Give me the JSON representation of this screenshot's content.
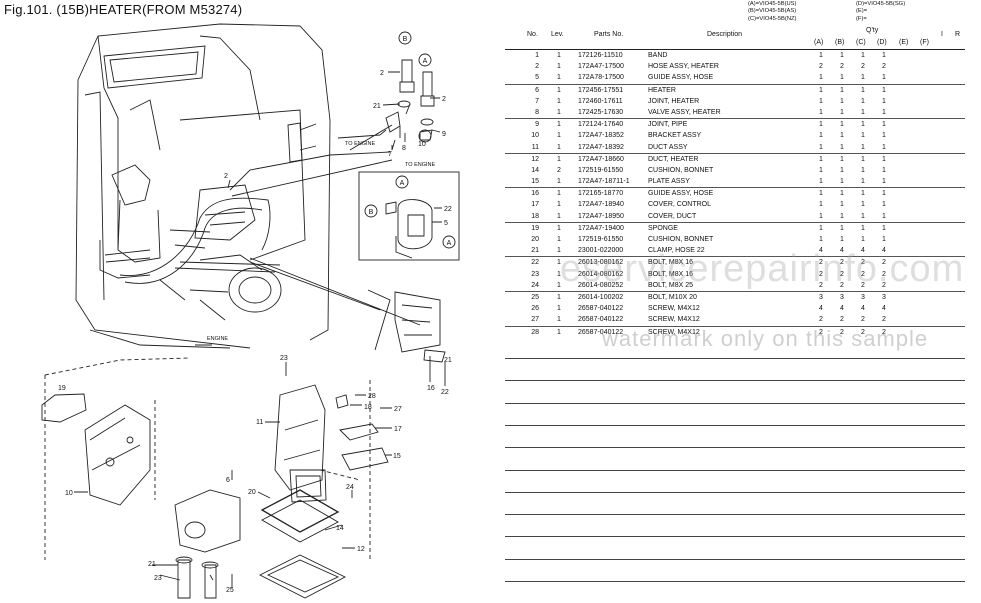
{
  "figure_title": "Fig.101.  (15B)HEATER(FROM M53274)",
  "models": {
    "left": [
      "(A)=VIO45-5B(US)",
      "(B)=VIO45-5B(AS)",
      "(C)=VIO45-5B(NZ)"
    ],
    "right": [
      "(D)=VIO45-5B(SG)",
      "(E)=",
      "(F)="
    ]
  },
  "table": {
    "headers": {
      "no": "No.",
      "lev": "Lev.",
      "part_no": "Parts No.",
      "description": "Description",
      "qty": "Q'ty",
      "i": "I",
      "r": "R",
      "cols": [
        "(A)",
        "(B)",
        "(C)",
        "(D)",
        "(E)",
        "(F)"
      ]
    },
    "rows": [
      {
        "no": "1",
        "lev": "1",
        "pn": "172126-11510",
        "desc": "BAND",
        "a": "1",
        "b": "1",
        "c": "1",
        "d": "1"
      },
      {
        "no": "2",
        "lev": "1",
        "pn": "172A47-17500",
        "desc": "HOSE ASSY, HEATER",
        "a": "2",
        "b": "2",
        "c": "2",
        "d": "2"
      },
      {
        "no": "5",
        "lev": "1",
        "pn": "172A78-17500",
        "desc": "GUIDE ASSY, HOSE",
        "a": "1",
        "b": "1",
        "c": "1",
        "d": "1"
      },
      {
        "no": "6",
        "lev": "1",
        "pn": "172456-17551",
        "desc": "HEATER",
        "a": "1",
        "b": "1",
        "c": "1",
        "d": "1"
      },
      {
        "no": "7",
        "lev": "1",
        "pn": "172460-17611",
        "desc": "JOINT, HEATER",
        "a": "1",
        "b": "1",
        "c": "1",
        "d": "1"
      },
      {
        "no": "8",
        "lev": "1",
        "pn": "172425-17630",
        "desc": "VALVE ASSY, HEATER",
        "a": "1",
        "b": "1",
        "c": "1",
        "d": "1"
      },
      {
        "no": "9",
        "lev": "1",
        "pn": "172124-17640",
        "desc": "JOINT, PIPE",
        "a": "1",
        "b": "1",
        "c": "1",
        "d": "1"
      },
      {
        "no": "10",
        "lev": "1",
        "pn": "172A47-18352",
        "desc": "BRACKET ASSY",
        "a": "1",
        "b": "1",
        "c": "1",
        "d": "1"
      },
      {
        "no": "11",
        "lev": "1",
        "pn": "172A47-18392",
        "desc": "DUCT ASSY",
        "a": "1",
        "b": "1",
        "c": "1",
        "d": "1"
      },
      {
        "no": "12",
        "lev": "1",
        "pn": "172A47-18660",
        "desc": "DUCT, HEATER",
        "a": "1",
        "b": "1",
        "c": "1",
        "d": "1"
      },
      {
        "no": "14",
        "lev": "2",
        "pn": "172519-61550",
        "desc": "CUSHION, BONNET",
        "a": "1",
        "b": "1",
        "c": "1",
        "d": "1"
      },
      {
        "no": "15",
        "lev": "1",
        "pn": "172A47-18711-1",
        "desc": "PLATE ASSY",
        "a": "1",
        "b": "1",
        "c": "1",
        "d": "1"
      },
      {
        "no": "16",
        "lev": "1",
        "pn": "172165-18770",
        "desc": "GUIDE ASSY, HOSE",
        "a": "1",
        "b": "1",
        "c": "1",
        "d": "1"
      },
      {
        "no": "17",
        "lev": "1",
        "pn": "172A47-18940",
        "desc": "COVER, CONTROL",
        "a": "1",
        "b": "1",
        "c": "1",
        "d": "1"
      },
      {
        "no": "18",
        "lev": "1",
        "pn": "172A47-18950",
        "desc": "COVER, DUCT",
        "a": "1",
        "b": "1",
        "c": "1",
        "d": "1"
      },
      {
        "no": "19",
        "lev": "1",
        "pn": "172A47-19400",
        "desc": "SPONGE",
        "a": "1",
        "b": "1",
        "c": "1",
        "d": "1"
      },
      {
        "no": "20",
        "lev": "1",
        "pn": "172519-61550",
        "desc": "CUSHION, BONNET",
        "a": "1",
        "b": "1",
        "c": "1",
        "d": "1"
      },
      {
        "no": "21",
        "lev": "1",
        "pn": "23001-022000",
        "desc": "CLAMP, HOSE  22",
        "a": "4",
        "b": "4",
        "c": "4",
        "d": "4"
      },
      {
        "no": "22",
        "lev": "1",
        "pn": "26013-080162",
        "desc": "BOLT, M8X 16",
        "a": "2",
        "b": "2",
        "c": "2",
        "d": "2"
      },
      {
        "no": "23",
        "lev": "1",
        "pn": "26014-080162",
        "desc": "BOLT, M8X 16",
        "a": "2",
        "b": "2",
        "c": "2",
        "d": "2"
      },
      {
        "no": "24",
        "lev": "1",
        "pn": "26014-080252",
        "desc": "BOLT, M8X 25",
        "a": "2",
        "b": "2",
        "c": "2",
        "d": "2"
      },
      {
        "no": "25",
        "lev": "1",
        "pn": "26014-100202",
        "desc": "BOLT, M10X 20",
        "a": "3",
        "b": "3",
        "c": "3",
        "d": "3"
      },
      {
        "no": "26",
        "lev": "1",
        "pn": "26587-040122",
        "desc": "SCREW, M4X12",
        "a": "4",
        "b": "4",
        "c": "4",
        "d": "4"
      },
      {
        "no": "27",
        "lev": "1",
        "pn": "26587-040122",
        "desc": "SCREW, M4X12",
        "a": "2",
        "b": "2",
        "c": "2",
        "d": "2"
      },
      {
        "no": "28",
        "lev": "1",
        "pn": "26587-040122",
        "desc": "SCREW, M4X12",
        "a": "2",
        "b": "2",
        "c": "2",
        "d": "2"
      }
    ]
  },
  "diagram_labels": {
    "to_engine_1": "TO ENGINE",
    "to_engine_2": "TO ENGINE",
    "engine": "ENGINE",
    "callouts": [
      "B",
      "A",
      "2",
      "21",
      "2",
      "7",
      "8",
      "10",
      "9",
      "2",
      "A",
      "22",
      "B",
      "5",
      "A",
      "21",
      "16",
      "22",
      "23",
      "28",
      "18",
      "27",
      "19",
      "11",
      "17",
      "15",
      "10",
      "6",
      "24",
      "20",
      "14",
      "12",
      "21",
      "23",
      "25"
    ]
  },
  "watermark": {
    "main": "eservicerepairinfo.com",
    "sub": "watermark only on this sample"
  }
}
